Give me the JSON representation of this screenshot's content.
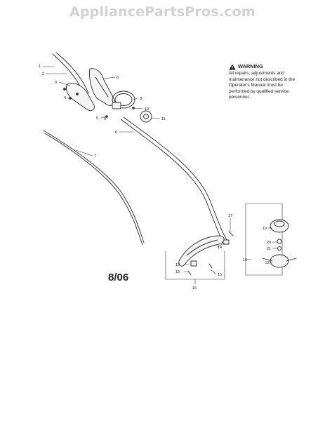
{
  "watermark": "AppliancePartsPros.com",
  "warning": {
    "title": "WARNING",
    "body": "All repairs, adjustments and maintenance not described in the Operator's Manual must be performed by qualified service personnel.",
    "icon": "warning-triangle-icon"
  },
  "date_label": "8/06",
  "callouts": {
    "c1": "1",
    "c2": "2",
    "c3": "3",
    "c4": "4",
    "c5": "5",
    "c6": "6",
    "c7": "7",
    "c8a": "8",
    "c8b": "8",
    "c9": "9",
    "c10": "10",
    "c11": "11",
    "c12": "12",
    "c13": "13",
    "c14": "14",
    "c15": "15",
    "c16a": "16",
    "c16b": "16",
    "c17": "17",
    "c19": "19",
    "c20": "20",
    "c21": "21",
    "c22": "22"
  }
}
